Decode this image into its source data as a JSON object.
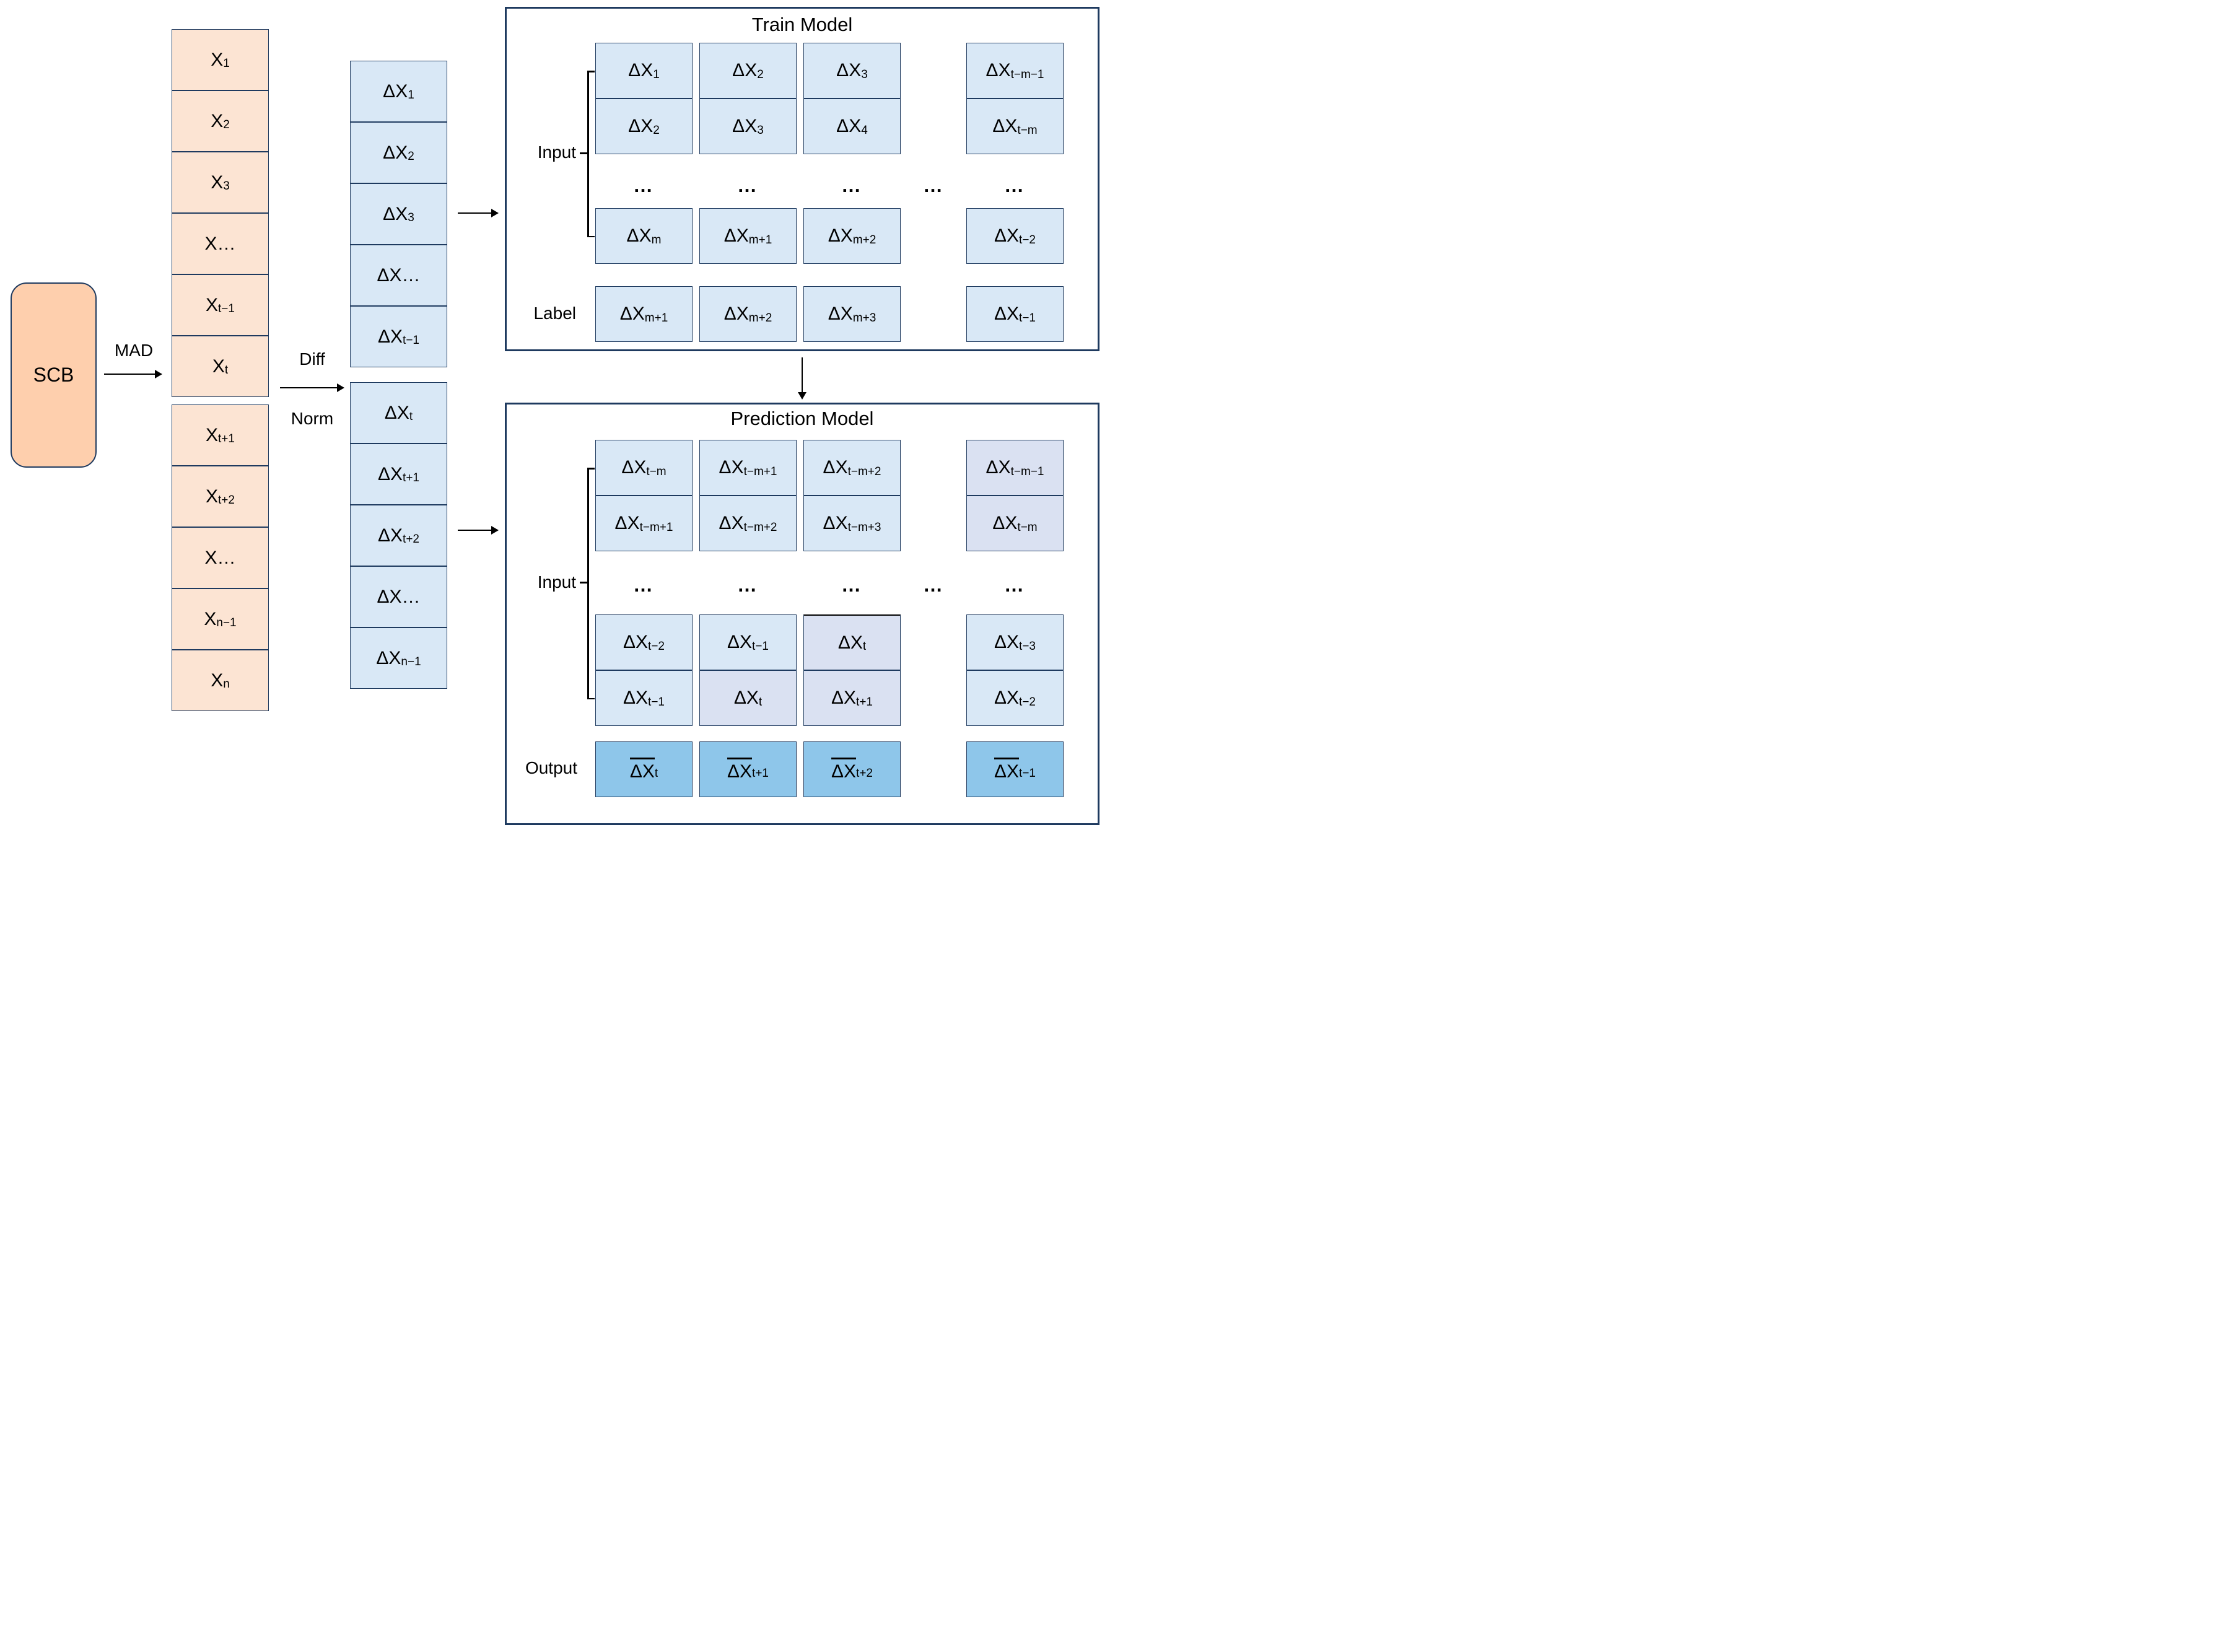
{
  "colors": {
    "border_navy": "#1e3a5f",
    "scb_fill": "#fecfad",
    "raw_cell_fill": "#fce4d3",
    "diff_cell_fill": "#d9e8f6",
    "lavender_cell_fill": "#dae1f2",
    "output_cell_fill": "#8ec6ea"
  },
  "misc": {
    "ellipsis": "…"
  },
  "flow": {
    "scb": "SCB",
    "mad": "MAD",
    "diff": "Diff",
    "norm": "Norm"
  },
  "raw_series": {
    "stack1": [
      {
        "m": "X",
        "s": "1"
      },
      {
        "m": "X",
        "s": "2"
      },
      {
        "m": "X",
        "s": "3"
      },
      {
        "m": "X…"
      },
      {
        "m": "X",
        "s": "t−1"
      },
      {
        "m": "X",
        "s": "t"
      }
    ],
    "stack2": [
      {
        "m": "X",
        "s": "t+1"
      },
      {
        "m": "X",
        "s": "t+2"
      },
      {
        "m": "X…"
      },
      {
        "m": "X",
        "s": "n−1"
      },
      {
        "m": "X",
        "s": "n"
      }
    ]
  },
  "diff_series": {
    "stack1": [
      {
        "m": "ΔX",
        "s": "1"
      },
      {
        "m": "ΔX",
        "s": "2"
      },
      {
        "m": "ΔX",
        "s": "3"
      },
      {
        "m": "ΔX…"
      },
      {
        "m": "ΔX",
        "s": "t−1"
      }
    ],
    "stack2": [
      {
        "m": "ΔX",
        "s": "t"
      },
      {
        "m": "ΔX",
        "s": "t+1"
      },
      {
        "m": "ΔX",
        "s": "t+2"
      },
      {
        "m": "ΔX…"
      },
      {
        "m": "ΔX",
        "s": "n−1"
      }
    ]
  },
  "train_model": {
    "title": "Train Model",
    "input_label": "Input",
    "label_label": "Label",
    "input_rows": [
      [
        {
          "m": "ΔX",
          "s": "1"
        },
        {
          "m": "ΔX",
          "s": "2"
        },
        {
          "m": "ΔX",
          "s": "3"
        },
        {
          "m": "ΔX",
          "s": "t−m−1"
        }
      ],
      [
        {
          "m": "ΔX",
          "s": "2"
        },
        {
          "m": "ΔX",
          "s": "3"
        },
        {
          "m": "ΔX",
          "s": "4"
        },
        {
          "m": "ΔX",
          "s": "t−m"
        }
      ],
      [
        {
          "m": "ΔX",
          "s": "m"
        },
        {
          "m": "ΔX",
          "s": "m+1"
        },
        {
          "m": "ΔX",
          "s": "m+2"
        },
        {
          "m": "ΔX",
          "s": "t−2"
        }
      ]
    ],
    "label_row": [
      {
        "m": "ΔX",
        "s": "m+1"
      },
      {
        "m": "ΔX",
        "s": "m+2"
      },
      {
        "m": "ΔX",
        "s": "m+3"
      },
      {
        "m": "ΔX",
        "s": "t−1"
      }
    ]
  },
  "prediction_model": {
    "title": "Prediction Model",
    "input_label": "Input",
    "output_label": "Output",
    "input_rows": [
      [
        {
          "m": "ΔX",
          "s": "t−m"
        },
        {
          "m": "ΔX",
          "s": "t−m+1"
        },
        {
          "m": "ΔX",
          "s": "t−m+2"
        },
        {
          "m": "ΔX",
          "s": "t−m−1",
          "fill": "lavender"
        }
      ],
      [
        {
          "m": "ΔX",
          "s": "t−m+1"
        },
        {
          "m": "ΔX",
          "s": "t−m+2"
        },
        {
          "m": "ΔX",
          "s": "t−m+3"
        },
        {
          "m": "ΔX",
          "s": "t−m",
          "fill": "lavender"
        }
      ],
      [
        {
          "m": "ΔX",
          "s": "t−2"
        },
        {
          "m": "ΔX",
          "s": "t−1"
        },
        {
          "m": "ΔX",
          "s": "t",
          "fill": "lavender",
          "topBlack": true
        },
        {
          "m": "ΔX",
          "s": "t−3"
        }
      ],
      [
        {
          "m": "ΔX",
          "s": "t−1"
        },
        {
          "m": "ΔX",
          "s": "t",
          "fill": "lavender"
        },
        {
          "m": "ΔX",
          "s": "t+1",
          "fill": "lavender"
        },
        {
          "m": "ΔX",
          "s": "t−2"
        }
      ]
    ],
    "output_row": [
      {
        "m": "ΔX",
        "s": "t",
        "fill": "output",
        "bar": true
      },
      {
        "m": "ΔX",
        "s": "t+1",
        "fill": "output",
        "bar": true
      },
      {
        "m": "ΔX",
        "s": "t+2",
        "fill": "output",
        "bar": true
      },
      {
        "m": "ΔX",
        "s": "t−1",
        "fill": "output",
        "bar": true
      }
    ]
  }
}
